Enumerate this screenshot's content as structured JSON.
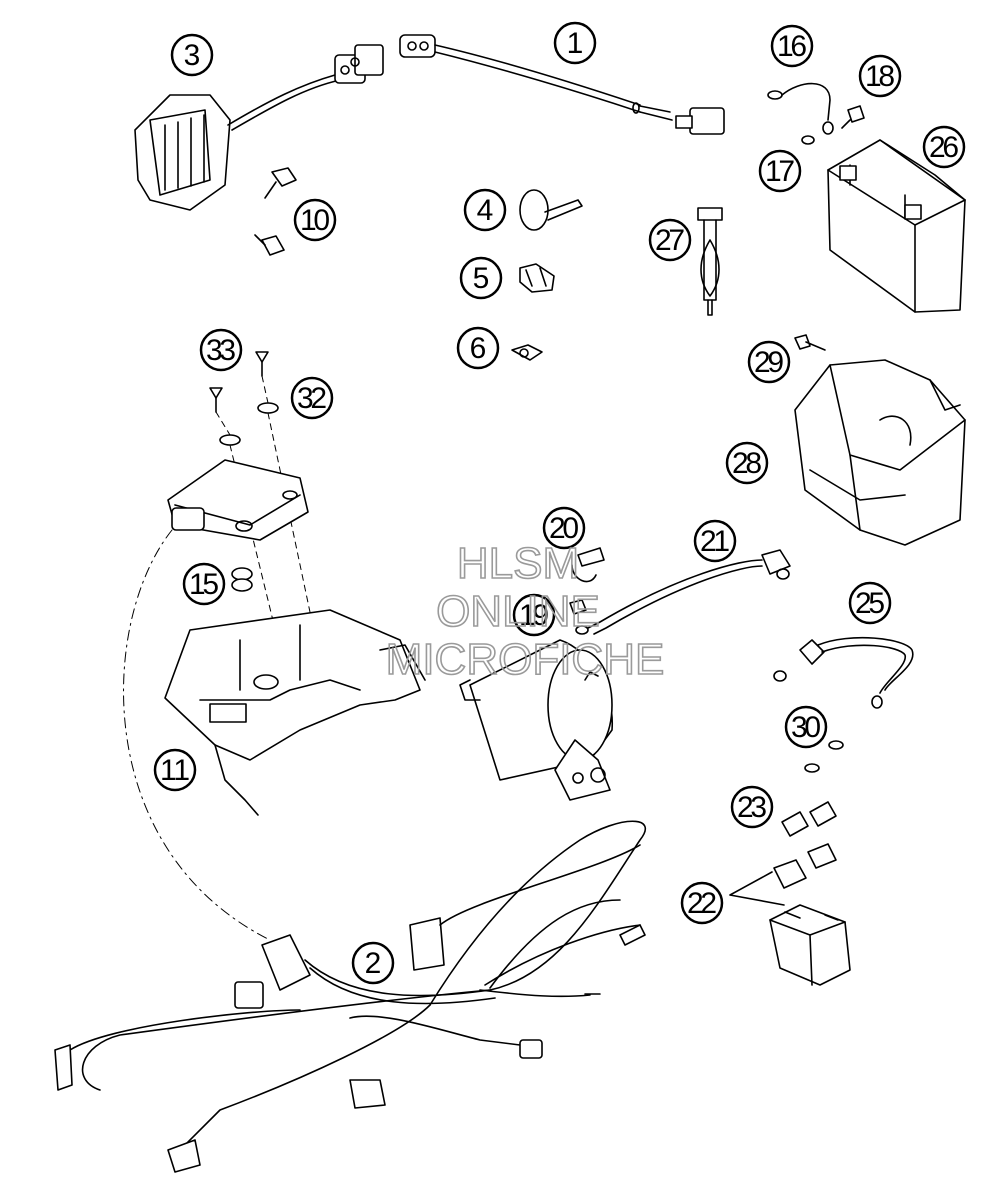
{
  "diagram": {
    "callouts": [
      "1",
      "2",
      "3",
      "4",
      "5",
      "6",
      "10",
      "11",
      "15",
      "16",
      "17",
      "18",
      "19",
      "20",
      "21",
      "22",
      "23",
      "25",
      "26",
      "27",
      "28",
      "29",
      "30",
      "32",
      "33"
    ]
  },
  "watermark": {
    "line1": "HLSM",
    "line2": "ONLINE",
    "line3": "MICROFICHE"
  }
}
